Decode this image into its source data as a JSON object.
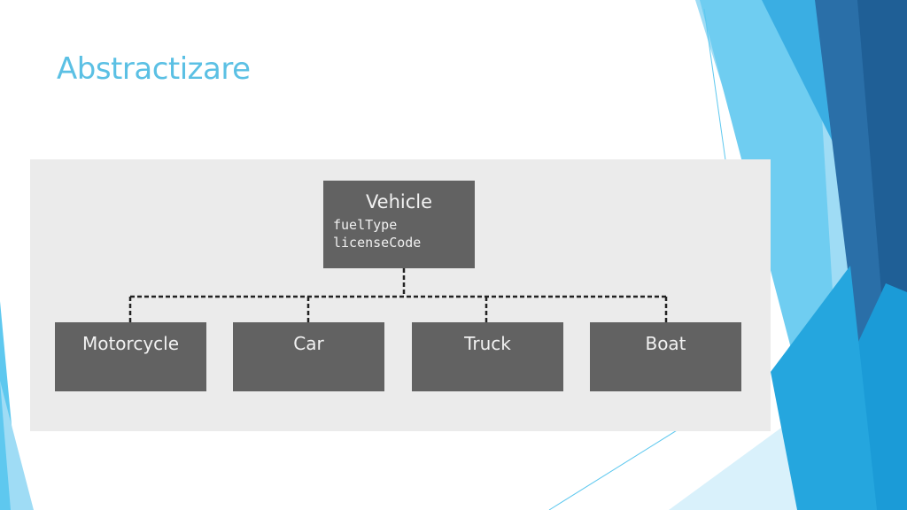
{
  "slide": {
    "title": "Abstractizare"
  },
  "diagram": {
    "root": {
      "label": "Vehicle",
      "attributes": [
        "fuelType",
        "licenseCode"
      ]
    },
    "children": [
      "Motorcycle",
      "Car",
      "Truck",
      "Boat"
    ]
  },
  "colors": {
    "title": "#5bc0e4",
    "node_fill": "#626262",
    "node_text": "#f2f2f2",
    "panel_background": "#ebebeb",
    "connector": "#222222",
    "accent_blues": [
      "#29a9e1",
      "#5ec8ef",
      "#9fdcf5",
      "#2a6fa8",
      "#1b9bd7"
    ]
  }
}
